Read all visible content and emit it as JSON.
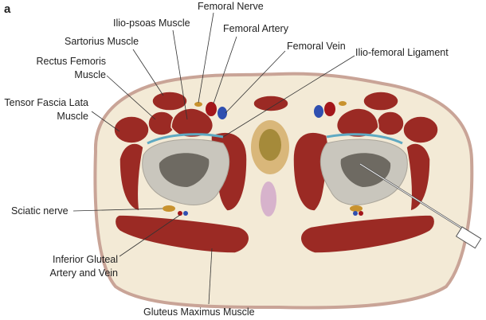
{
  "panel_label": "a",
  "labels": {
    "femoral_nerve": "Femoral Nerve",
    "iliopsoas": "Ilio-psoas Muscle",
    "femoral_artery": "Femoral Artery",
    "sartorius": "Sartorius Muscle",
    "femoral_vein": "Femoral Vein",
    "iliofemoral_ligament": "Ilio-femoral Ligament",
    "rectus_femoris_1": "Rectus Femoris",
    "rectus_femoris_2": "Muscle",
    "tensor_fascia_lata_1": "Tensor Fascia Lata",
    "tensor_fascia_lata_2": "Muscle",
    "sciatic_nerve": "Sciatic nerve",
    "inferior_gluteal_1": "Inferior Gluteal",
    "inferior_gluteal_2": "Artery and Vein",
    "gluteus_maximus": "Gluteus Maximus Muscle"
  },
  "colors": {
    "skin": "#f3ead6",
    "skin_outline": "#c9a497",
    "muscle": "#9b2a24",
    "artery": "#a3161a",
    "vein": "#2f4fb0",
    "nerve": "#c8922e",
    "bone_outer": "#c9c6bd",
    "bone_inner": "#6e6a62",
    "ligament": "#5fa9c2",
    "pubis": "#d9b77a",
    "rectum": "#d7b3cc"
  }
}
